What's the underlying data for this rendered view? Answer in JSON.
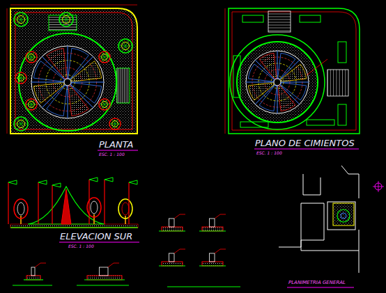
{
  "diagram": {
    "labels": [
      "PLANTA",
      "ESC. 1 : 100",
      "PLANO DE CIMIENTOS",
      "ESC. 1 : 100",
      "ELEVACION SUR",
      "ESC. 1 : 100",
      "PLANIMETRIA GENERAL"
    ]
  }
}
